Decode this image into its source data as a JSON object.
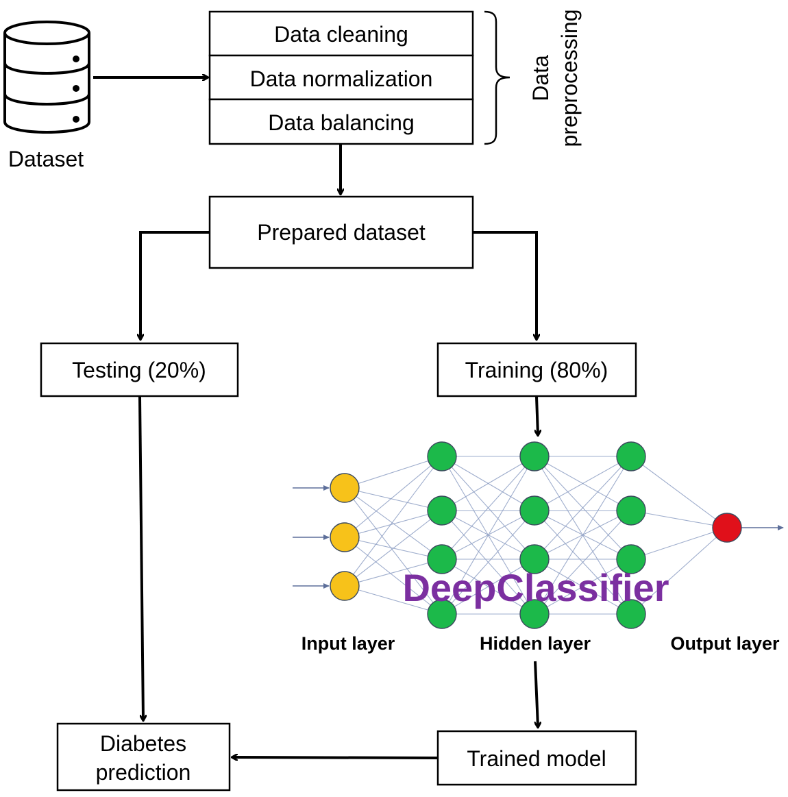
{
  "dataset_label": "Dataset",
  "preprocessing": {
    "steps": [
      "Data cleaning",
      "Data normalization",
      "Data balancing"
    ],
    "group_label_line1": "Data",
    "group_label_line2": "preprocessing"
  },
  "prepared_dataset": "Prepared dataset",
  "testing": "Testing (20%)",
  "training": "Training (80%)",
  "network": {
    "overlay_label": "DeepClassifier",
    "overlay_color": "#7b2fa0",
    "input_layer_label": "Input layer",
    "hidden_layer_label": "Hidden layer",
    "output_layer_label": "Output layer",
    "input_node_count": 3,
    "hidden_layer_count": 3,
    "hidden_nodes_per_layer": 4,
    "output_node_count": 1,
    "input_color": "#f7c21a",
    "hidden_color": "#1cb94a",
    "output_color": "#e0101a",
    "edge_color": "#8e9fc4"
  },
  "trained_model": "Trained model",
  "prediction_line1": "Diabetes",
  "prediction_line2": "prediction"
}
